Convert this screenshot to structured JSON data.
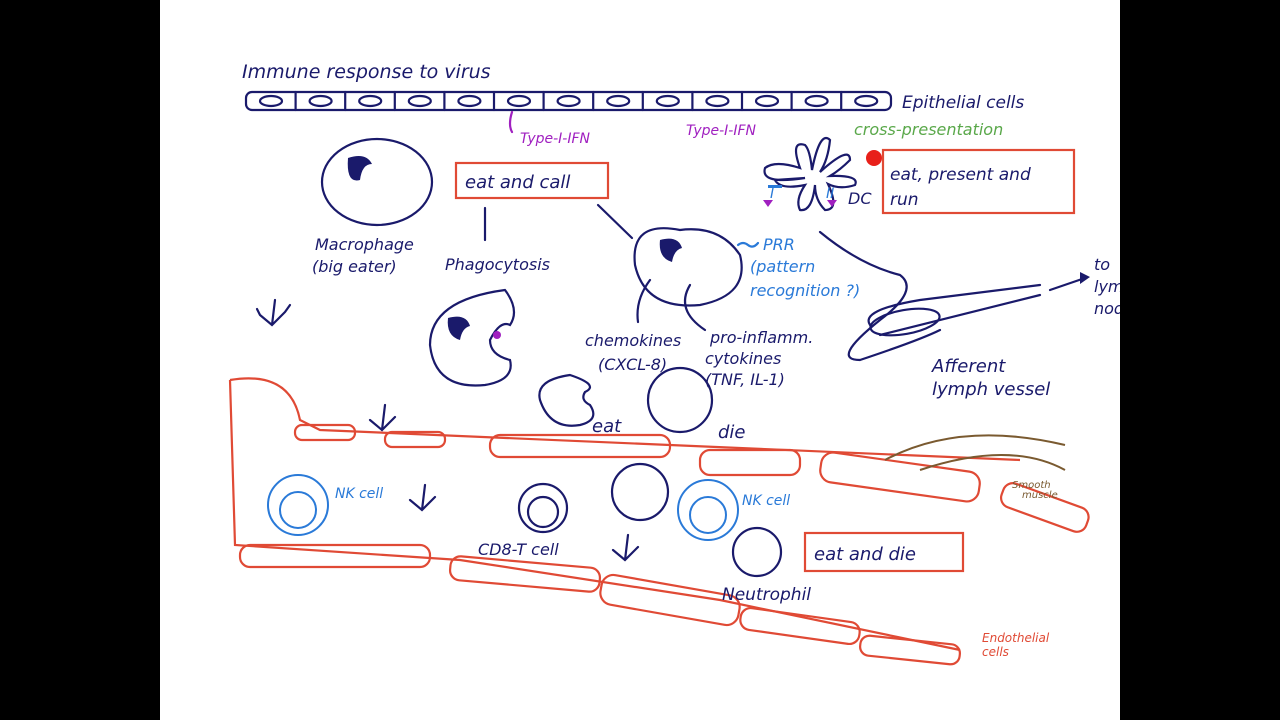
{
  "title": "Immune response to virus",
  "labels": {
    "epithelial": "Epithelial cells",
    "ifn_left": "Type-I-IFN",
    "ifn_right": "Type-I-IFN",
    "cross": "cross-presentation",
    "dc": "DC",
    "mhc1": "I",
    "mhc2": "II",
    "macrophage_1": "Macrophage",
    "macrophage_2": "(big eater)",
    "phagocytosis": "Phagocytosis",
    "prr_1": "PRR",
    "prr_2": "(pattern",
    "prr_3": "recognition ?)",
    "chemokines_1": "chemokines",
    "chemokines_2": "(CXCL-8)",
    "cytokines_1": "pro-inflamm.",
    "cytokines_2": "cytokines",
    "cytokines_3": "(TNF, IL-1)",
    "eat": "eat",
    "die": "die",
    "afferent_1": "Afferent",
    "afferent_2": "lymph vessel",
    "to_ln_1": "to",
    "to_ln_2": "lymph",
    "to_ln_3": "node",
    "nk_left": "NK cell",
    "nk_right": "NK cell",
    "cd8": "CD8-T cell",
    "neutrophil": "Neutrophil",
    "smooth_1": "Smooth",
    "smooth_2": "muscle",
    "endo_1": "Endothelial",
    "endo_2": "cells"
  },
  "boxes": {
    "eat_call": "eat and call",
    "eat_present_1": "eat, present and",
    "eat_present_2": "run",
    "eat_die": "eat and die"
  },
  "colors": {
    "ink": "#1a1a6b",
    "endothelium": "#e04a35",
    "ifn": "#a020c0",
    "prr": "#2a7ad8",
    "cross": "#5aa84a",
    "muscle": "#7a5a30"
  }
}
